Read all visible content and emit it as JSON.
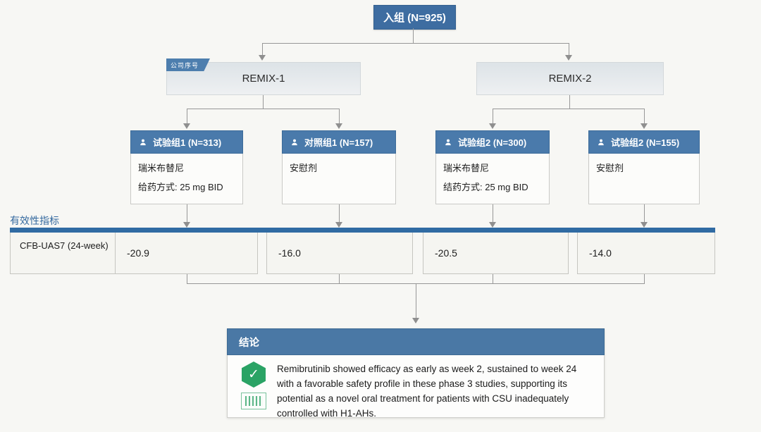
{
  "palette": {
    "blue_box": "#3e6da1",
    "blue_header": "#4a7aab",
    "blue_bar": "#306ba3",
    "blue_text": "#34699f",
    "green_check": "#2aa365",
    "line_gray": "#979797",
    "page_bg": "#f7f7f4"
  },
  "enroll": {
    "label": "入组 (N=925)"
  },
  "flag": {
    "label": "公司序号"
  },
  "studies": [
    {
      "name": "REMIX-1"
    },
    {
      "name": "REMIX-2"
    }
  ],
  "groups": [
    {
      "header": "试验组1 (N=313)",
      "icon": "person-icon",
      "lines": [
        "瑞米布替尼",
        "给药方式: 25 mg BID"
      ]
    },
    {
      "header": "对照组1 (N=157)",
      "icon": "person-icon",
      "lines": [
        "安慰剂"
      ]
    },
    {
      "header": "试验组2 (N=300)",
      "icon": "person-icon",
      "lines": [
        "瑞米布替尼",
        "结药方式: 25 mg BID"
      ]
    },
    {
      "header": "试验组2 (N=155)",
      "icon": "person-icon",
      "lines": [
        "安慰剂"
      ]
    }
  ],
  "metrics": {
    "section_label": "有效性指标",
    "row_label": "CFB-UAS7 (24-week)",
    "values": [
      "-20.9",
      "-16.0",
      "-20.5",
      "-14.0"
    ]
  },
  "conclusion": {
    "header": "结论",
    "icon": "check-icon",
    "text": "Remibrutinib showed efficacy as early as week 2, sustained to week 24 with a favorable safety profile in these phase 3 studies, supporting its potential as a novel oral treatment for patients with CSU inadequately controlled with H1-AHs."
  },
  "chart_data": {
    "type": "table",
    "title": "有效性指标",
    "row_label": "CFB-UAS7 (24-week)",
    "columns": [
      "试验组1 (N=313)",
      "对照组1 (N=157)",
      "试验组2 (N=300)",
      "试验组2 (N=155)"
    ],
    "values": [
      -20.9,
      -16.0,
      -20.5,
      -14.0
    ]
  }
}
